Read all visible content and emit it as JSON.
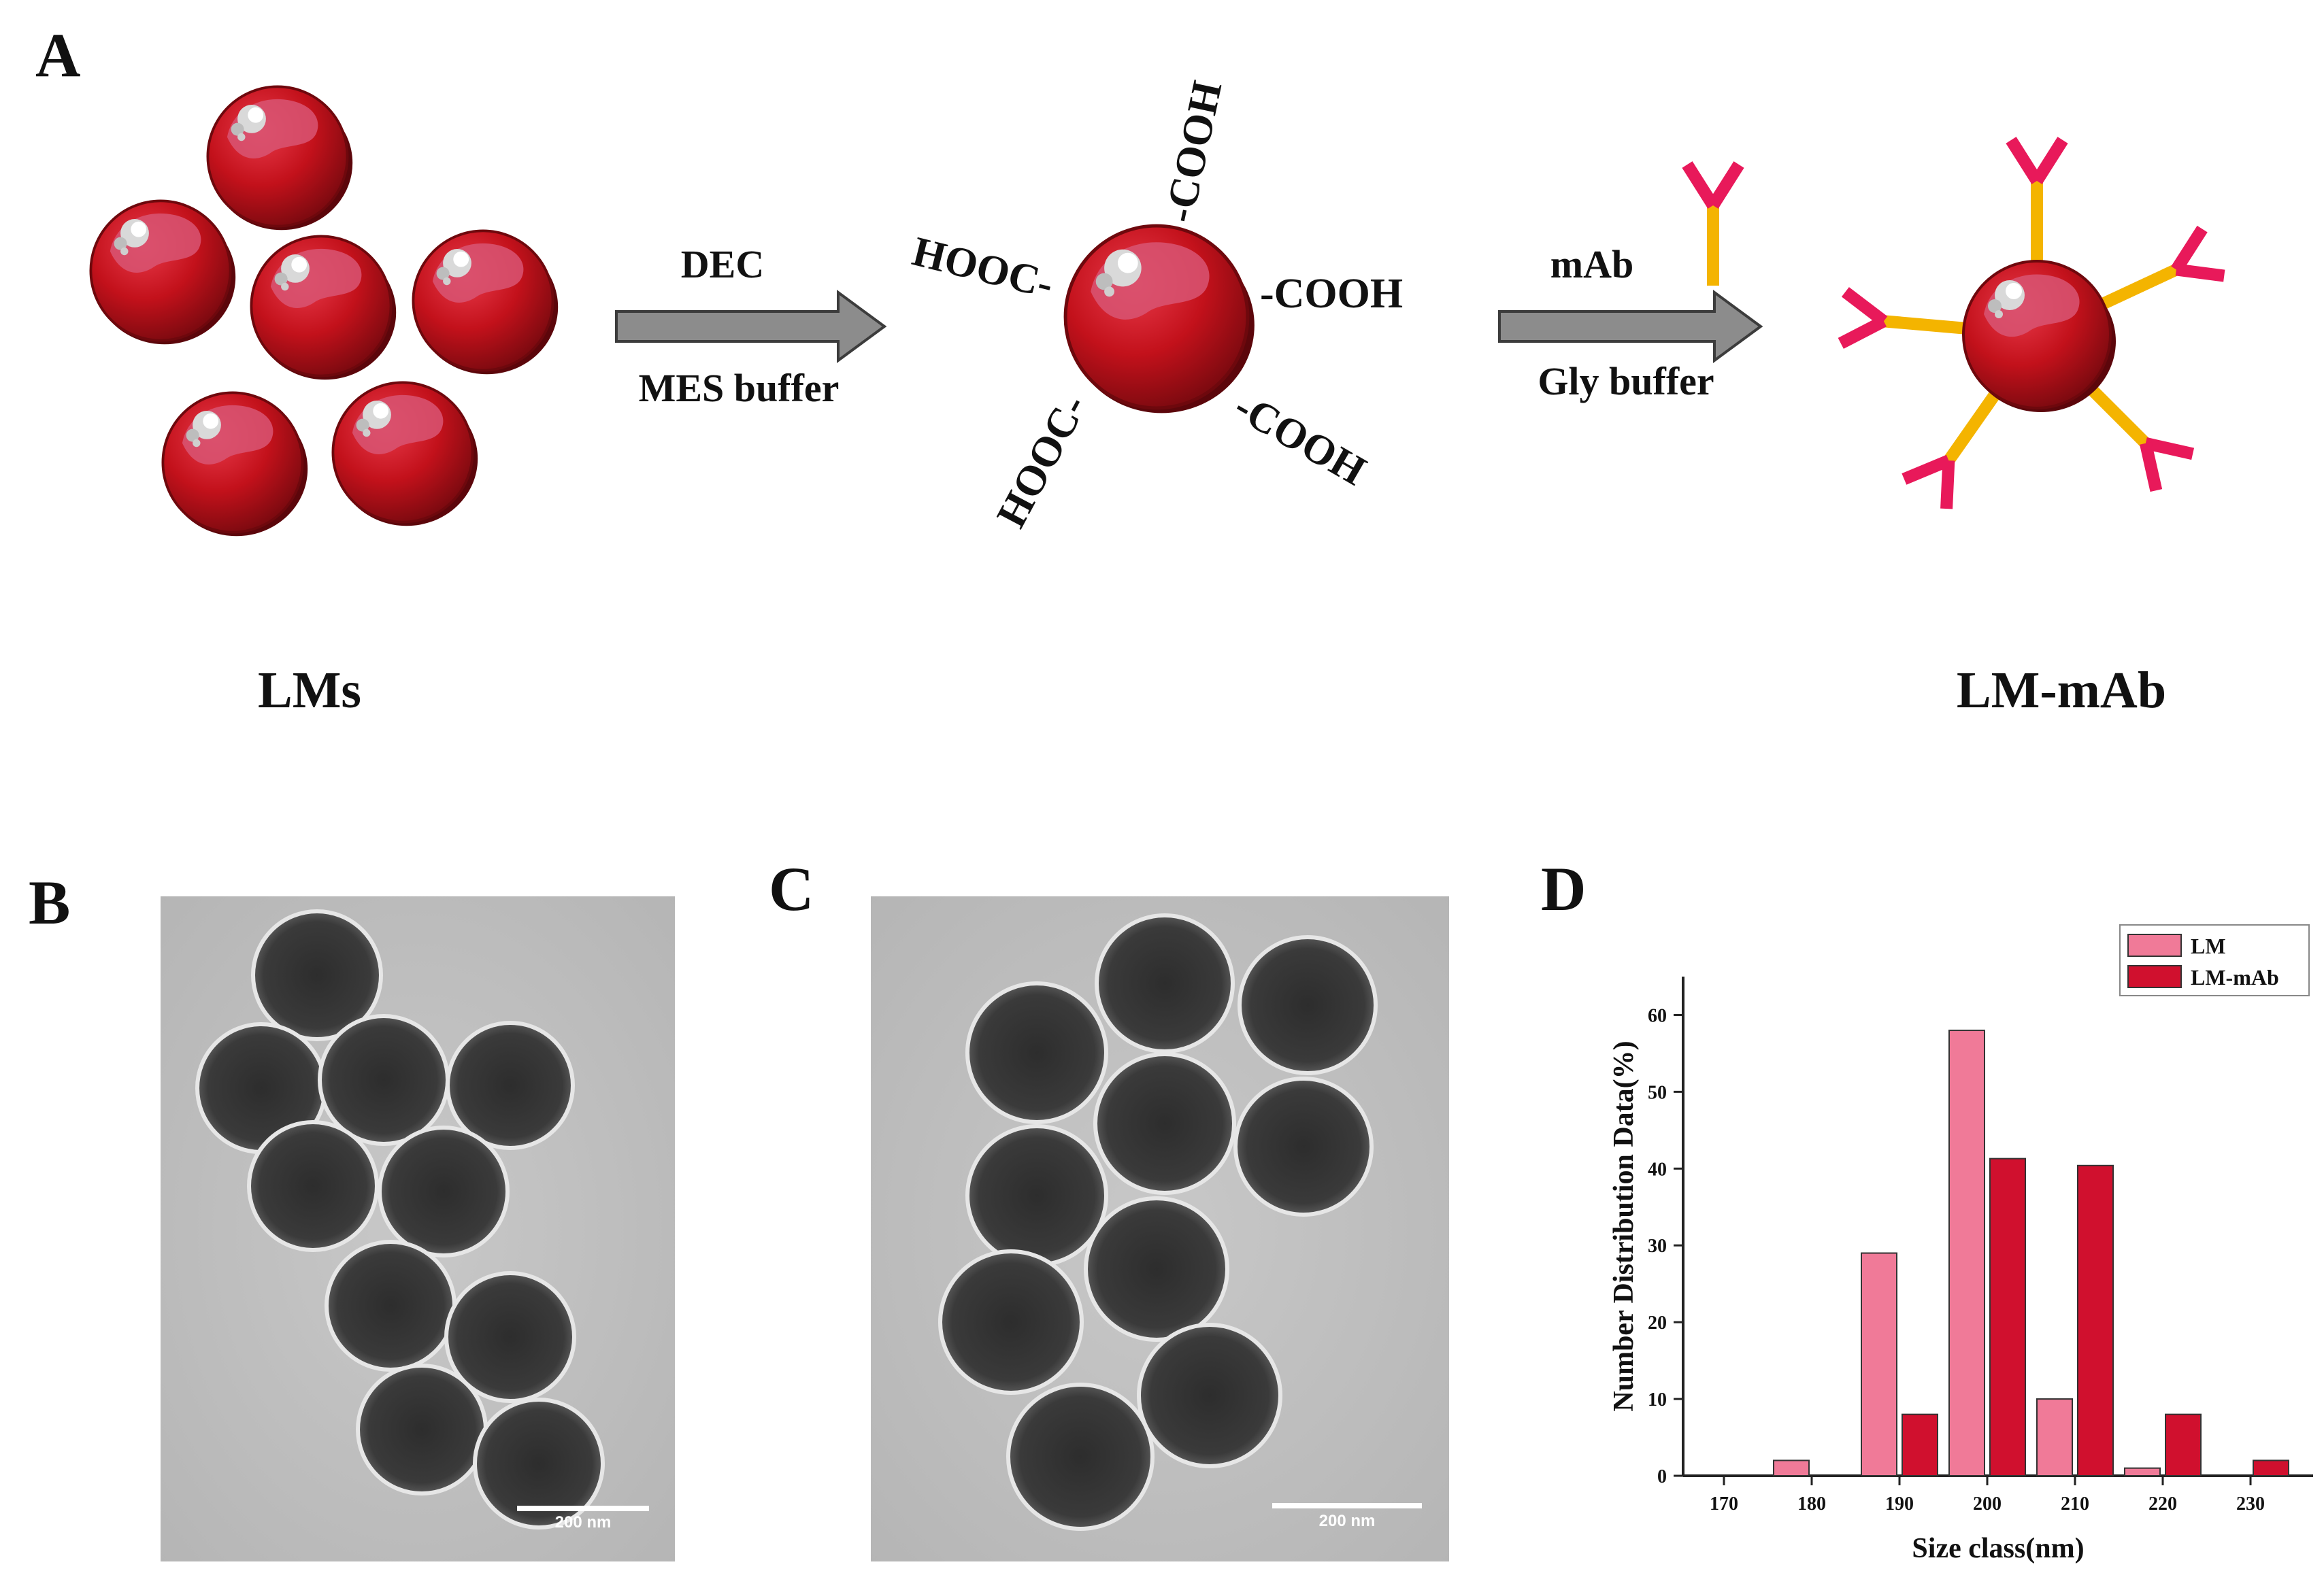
{
  "panels": {
    "a": "A",
    "b": "B",
    "c": "C",
    "d": "D"
  },
  "scheme": {
    "step1_top": "DEC",
    "step1_bottom": "MES buffer",
    "step2_top": "mAb",
    "step2_bottom": "Gly buffer",
    "cooh_top": "-COOH",
    "cooh_right": "-COOH",
    "cooh_lower_right": "-COOH",
    "hooc_left": "HOOC-",
    "hooc_lower_left": "HOOC-",
    "label_left": "LMs",
    "label_right": "LM-mAb"
  },
  "tem": {
    "scale_b": "200 nm",
    "scale_c": "200 nm"
  },
  "colors": {
    "microsphere": "#c3111b",
    "antibody_arm": "#e8195a",
    "antibody_stem": "#f4b400",
    "arrow": "#8c8c8c",
    "lm_bar": "#f07a98",
    "lm_mab_bar": "#d0102e"
  },
  "chart_data": {
    "type": "bar",
    "title": "",
    "xlabel": "Size class(nm)",
    "ylabel": "Number Distribution Data(%)",
    "categories": [
      "170",
      "180",
      "190",
      "200",
      "210",
      "220",
      "230"
    ],
    "series": [
      {
        "name": "LM",
        "values": [
          0,
          2,
          29,
          58,
          10,
          1,
          0
        ],
        "color": "#f07a98"
      },
      {
        "name": "LM-mAb",
        "values": [
          0,
          0,
          8,
          41.3,
          40.4,
          8,
          2
        ],
        "color": "#d0102e"
      }
    ],
    "ylim": [
      0,
      65
    ],
    "yticks": [
      0,
      10,
      20,
      30,
      40,
      50,
      60
    ],
    "grid": false,
    "legend": "top-right"
  }
}
